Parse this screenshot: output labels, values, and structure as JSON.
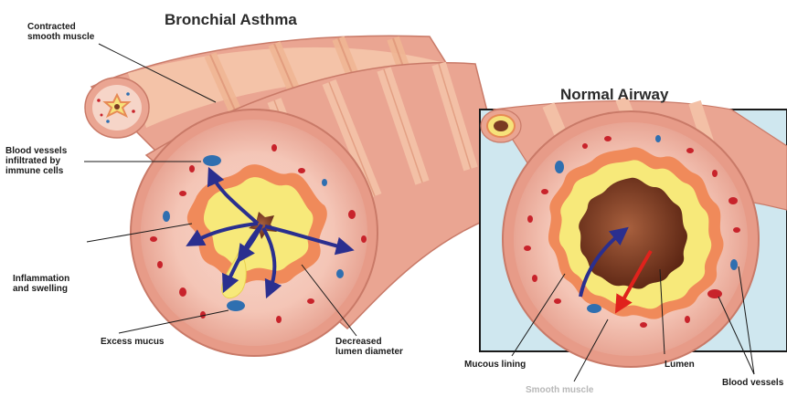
{
  "titles": {
    "asthma": "Bronchial Asthma",
    "normal": "Normal Airway"
  },
  "labels": {
    "contracted_muscle": "Contracted\nsmooth muscle",
    "blood_vessels_infiltrated": "Blood vessels\ninfiltrated by\nimmune cells",
    "inflammation": "Inflammation\nand swelling",
    "excess_mucus": "Excess mucus",
    "decreased_lumen": "Decreased\nlumen diameter",
    "mucous_lining": "Mucous lining",
    "smooth_muscle": "Smooth muscle",
    "lumen": "Lumen",
    "blood_vessels": "Blood vessels"
  },
  "colors": {
    "tube_outer": "#e9a08e",
    "tube_band": "#f3c0a6",
    "wall": "#f4c0b0",
    "muscle": "#f08a5a",
    "mucus": "#f7e97a",
    "lumen": "#7a3a22",
    "vessel_red": "#c8232b",
    "vessel_blue": "#2f6fb0",
    "inset_bg": "#cfe7ef",
    "arrow_blue": "#2a2f8f",
    "arrow_red": "#e0221c"
  }
}
